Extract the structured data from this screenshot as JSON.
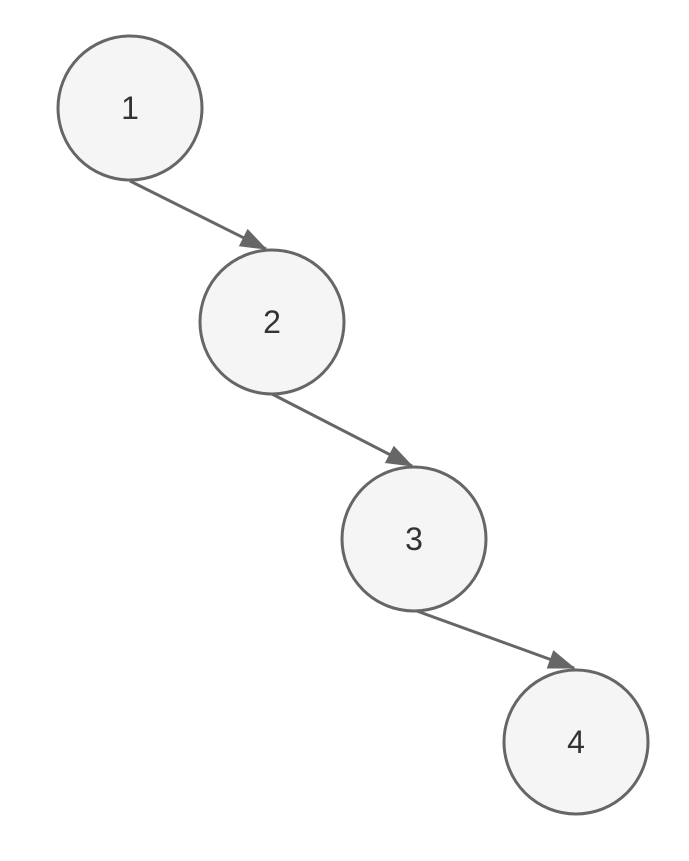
{
  "diagram": {
    "nodes": [
      {
        "id": "1",
        "label": "1"
      },
      {
        "id": "2",
        "label": "2"
      },
      {
        "id": "3",
        "label": "3"
      },
      {
        "id": "4",
        "label": "4"
      }
    ],
    "edges": [
      {
        "from": "1",
        "to": "2",
        "direction": "arrow"
      },
      {
        "from": "2",
        "to": "3",
        "direction": "arrow"
      },
      {
        "from": "3",
        "to": "4",
        "direction": "arrow"
      }
    ],
    "colors": {
      "background": "#ffffff",
      "node_fill": "#f5f5f5",
      "node_stroke": "#666666",
      "edge": "#666666",
      "label": "#333333"
    }
  }
}
